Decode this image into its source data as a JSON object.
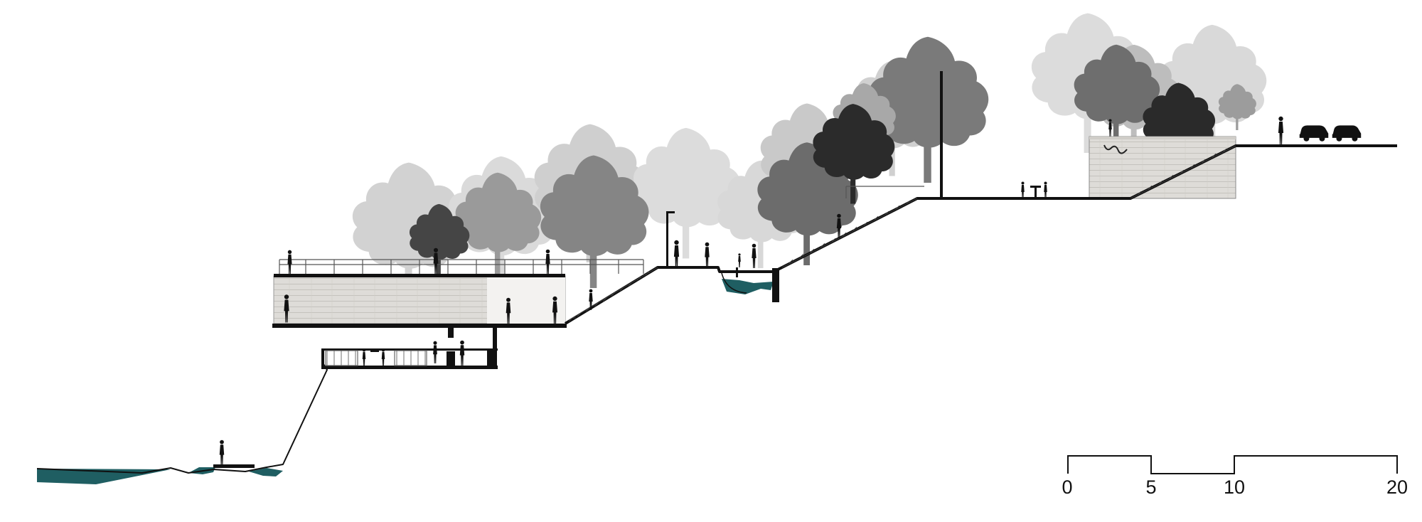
{
  "drawing": {
    "type": "landscape-section",
    "colors": {
      "section_line": "#111111",
      "water": "#1f5e62",
      "tree_dark": "#2a2a2a",
      "tree_mid": "#6e6e6e",
      "tree_light": "#a9a9a9",
      "tree_faint": "#d2d2d2",
      "concrete": "#dcdad6"
    }
  },
  "scale_bar": {
    "labels": [
      "0",
      "5",
      "10",
      "20"
    ]
  },
  "plaque": {
    "text_lines": [
      "",
      ""
    ]
  }
}
